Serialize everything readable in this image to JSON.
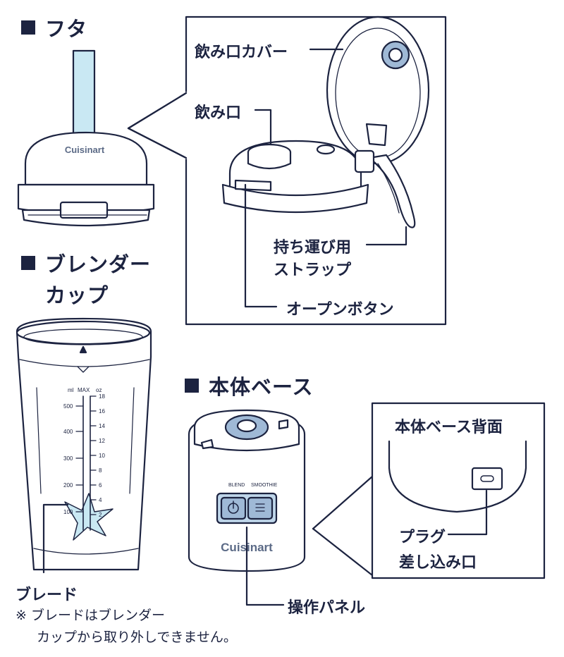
{
  "headings": {
    "lid": "フタ",
    "cup_line1": "ブレンダー",
    "cup_line2": "カップ",
    "base": "本体ベース"
  },
  "lid_callouts": {
    "spout_cover": "飲み口カバー",
    "spout": "飲み口",
    "strap_line1": "持ち運び用",
    "strap_line2": "ストラップ",
    "open_button": "オープンボタン"
  },
  "cup_callouts": {
    "blade": "ブレード",
    "note_line1": "※ ブレードはブレンダー",
    "note_line2": "カップから取り外しできません。"
  },
  "cup_scale": {
    "ml_unit": "ml",
    "max_label": "MAX",
    "oz_unit": "oz",
    "ml_marks": [
      "500",
      "400",
      "300",
      "200",
      "100"
    ],
    "oz_marks": [
      "18",
      "16",
      "14",
      "12",
      "10",
      "8",
      "6",
      "4",
      "2"
    ]
  },
  "base_callouts": {
    "back_title": "本体ベース背面",
    "plug_line1": "プラグ",
    "plug_line2": "差し込み口",
    "control_panel": "操作パネル"
  },
  "product_text": {
    "brand": "Cuisinart",
    "blend": "BLEND",
    "smooth": "SMOOTHIE"
  },
  "colors": {
    "ink": "#1c2340",
    "tube": "#c9e8f3",
    "panel": "#bfd6ea",
    "button_fill": "#9fb9d6"
  }
}
